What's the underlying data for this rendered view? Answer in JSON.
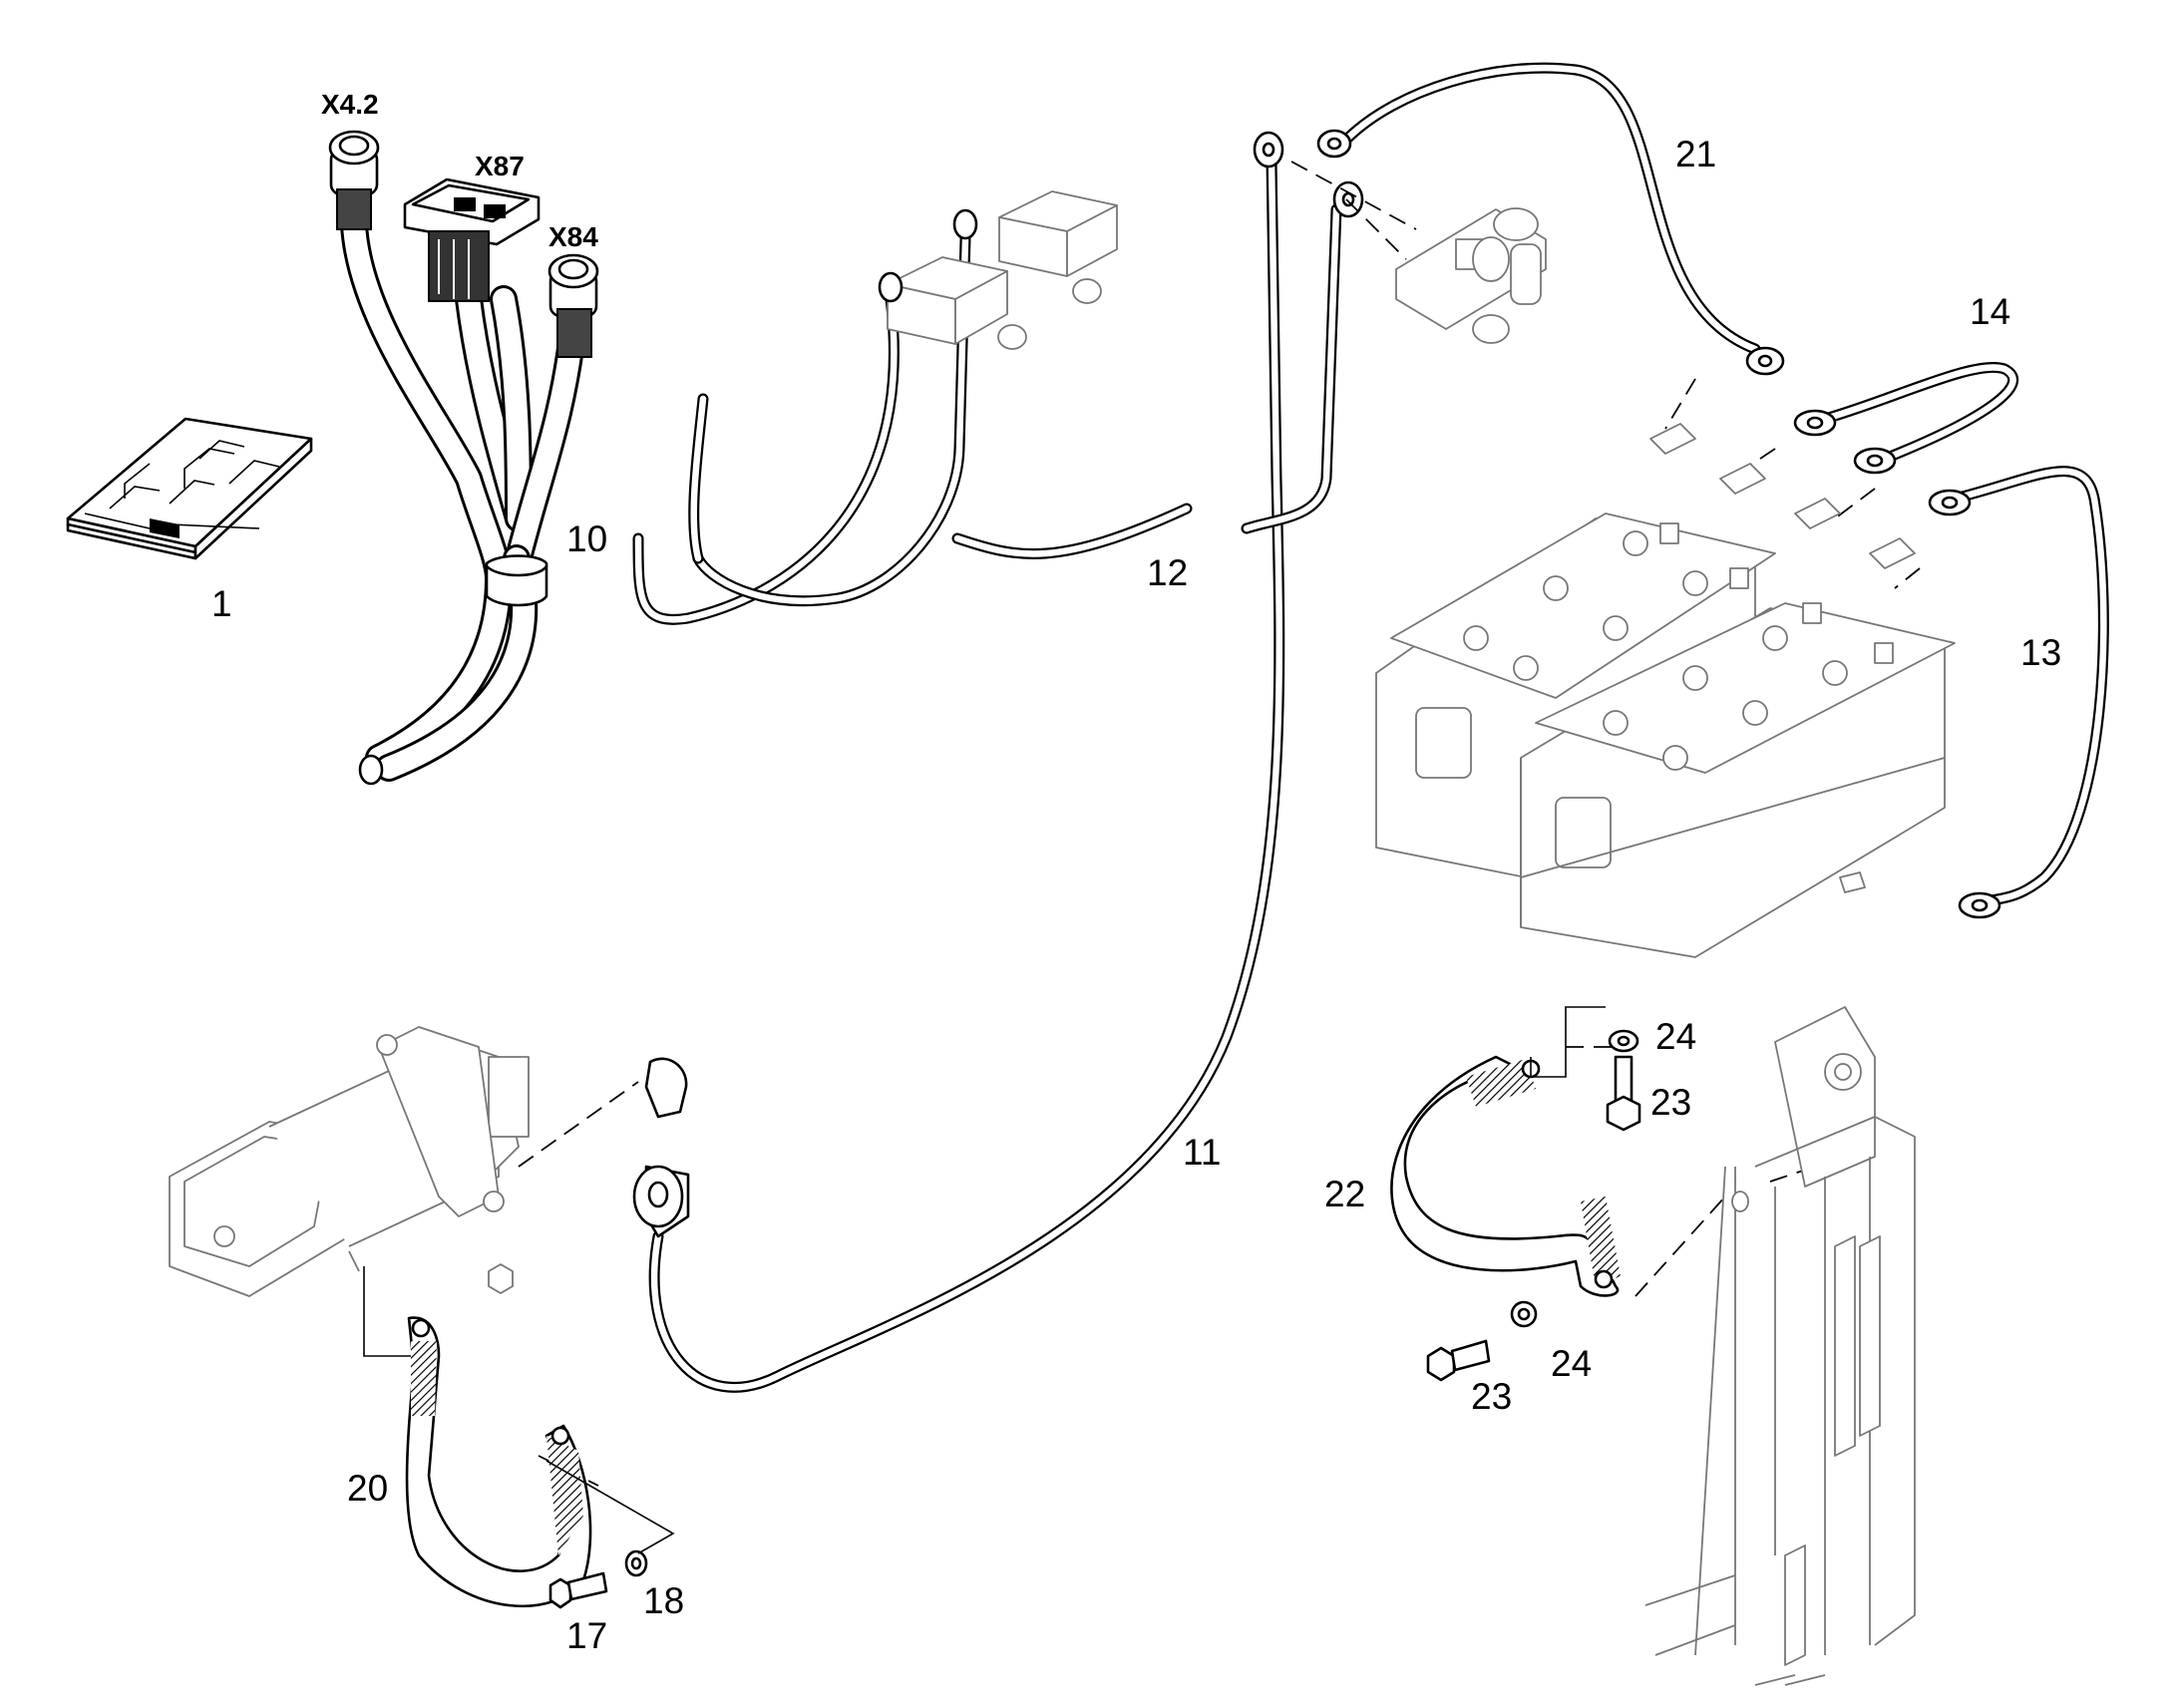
{
  "callouts": [
    {
      "id": "c1",
      "text": "1"
    },
    {
      "id": "c10",
      "text": "10"
    },
    {
      "id": "c11",
      "text": "11"
    },
    {
      "id": "c12",
      "text": "12"
    },
    {
      "id": "c13",
      "text": "13"
    },
    {
      "id": "c14",
      "text": "14"
    },
    {
      "id": "c17",
      "text": "17"
    },
    {
      "id": "c18",
      "text": "18"
    },
    {
      "id": "c20",
      "text": "20"
    },
    {
      "id": "c21",
      "text": "21"
    },
    {
      "id": "c22",
      "text": "22"
    },
    {
      "id": "c23a",
      "text": "23"
    },
    {
      "id": "c23b",
      "text": "23"
    },
    {
      "id": "c24a",
      "text": "24"
    },
    {
      "id": "c24b",
      "text": "24"
    }
  ],
  "connectors": [
    {
      "id": "x42",
      "text": "X4.2"
    },
    {
      "id": "x87",
      "text": "X87"
    },
    {
      "id": "x84",
      "text": "X84"
    }
  ]
}
